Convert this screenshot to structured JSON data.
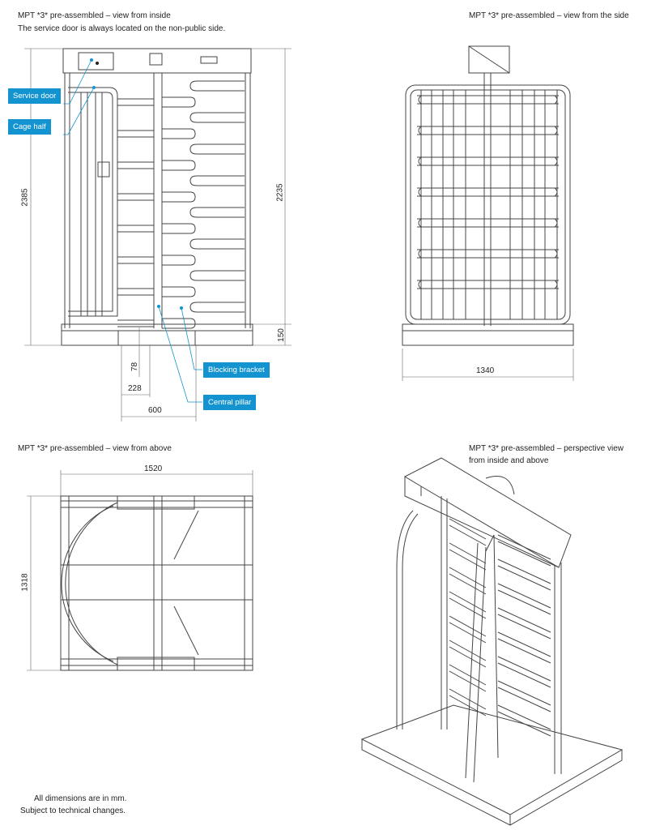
{
  "views": {
    "inside": {
      "title": "MPT *3* pre-assembled – view from inside",
      "note": "The service door is always located on the non-public side.",
      "dimensions": {
        "height_total": "2385",
        "height_inner": "2235",
        "base_height": "150",
        "offset": "78",
        "width_small": "228",
        "width_base": "600"
      },
      "callouts": {
        "service_door": "Service door",
        "cage_half": "Cage half",
        "blocking_bracket": "Blocking bracket",
        "central_pillar": "Central pillar"
      }
    },
    "side": {
      "title": "MPT *3* pre-assembled – view from the side",
      "dimensions": {
        "width": "1340"
      }
    },
    "above": {
      "title": "MPT *3* pre-assembled – view from above",
      "dimensions": {
        "width": "1520",
        "depth": "1318"
      }
    },
    "perspective": {
      "title_line1": "MPT *3* pre-assembled – perspective view",
      "title_line2": "from inside and above"
    }
  },
  "footer": {
    "line1": "All dimensions are in mm.",
    "line2": "Subject to technical changes."
  },
  "colors": {
    "callout": "#1493d1"
  }
}
